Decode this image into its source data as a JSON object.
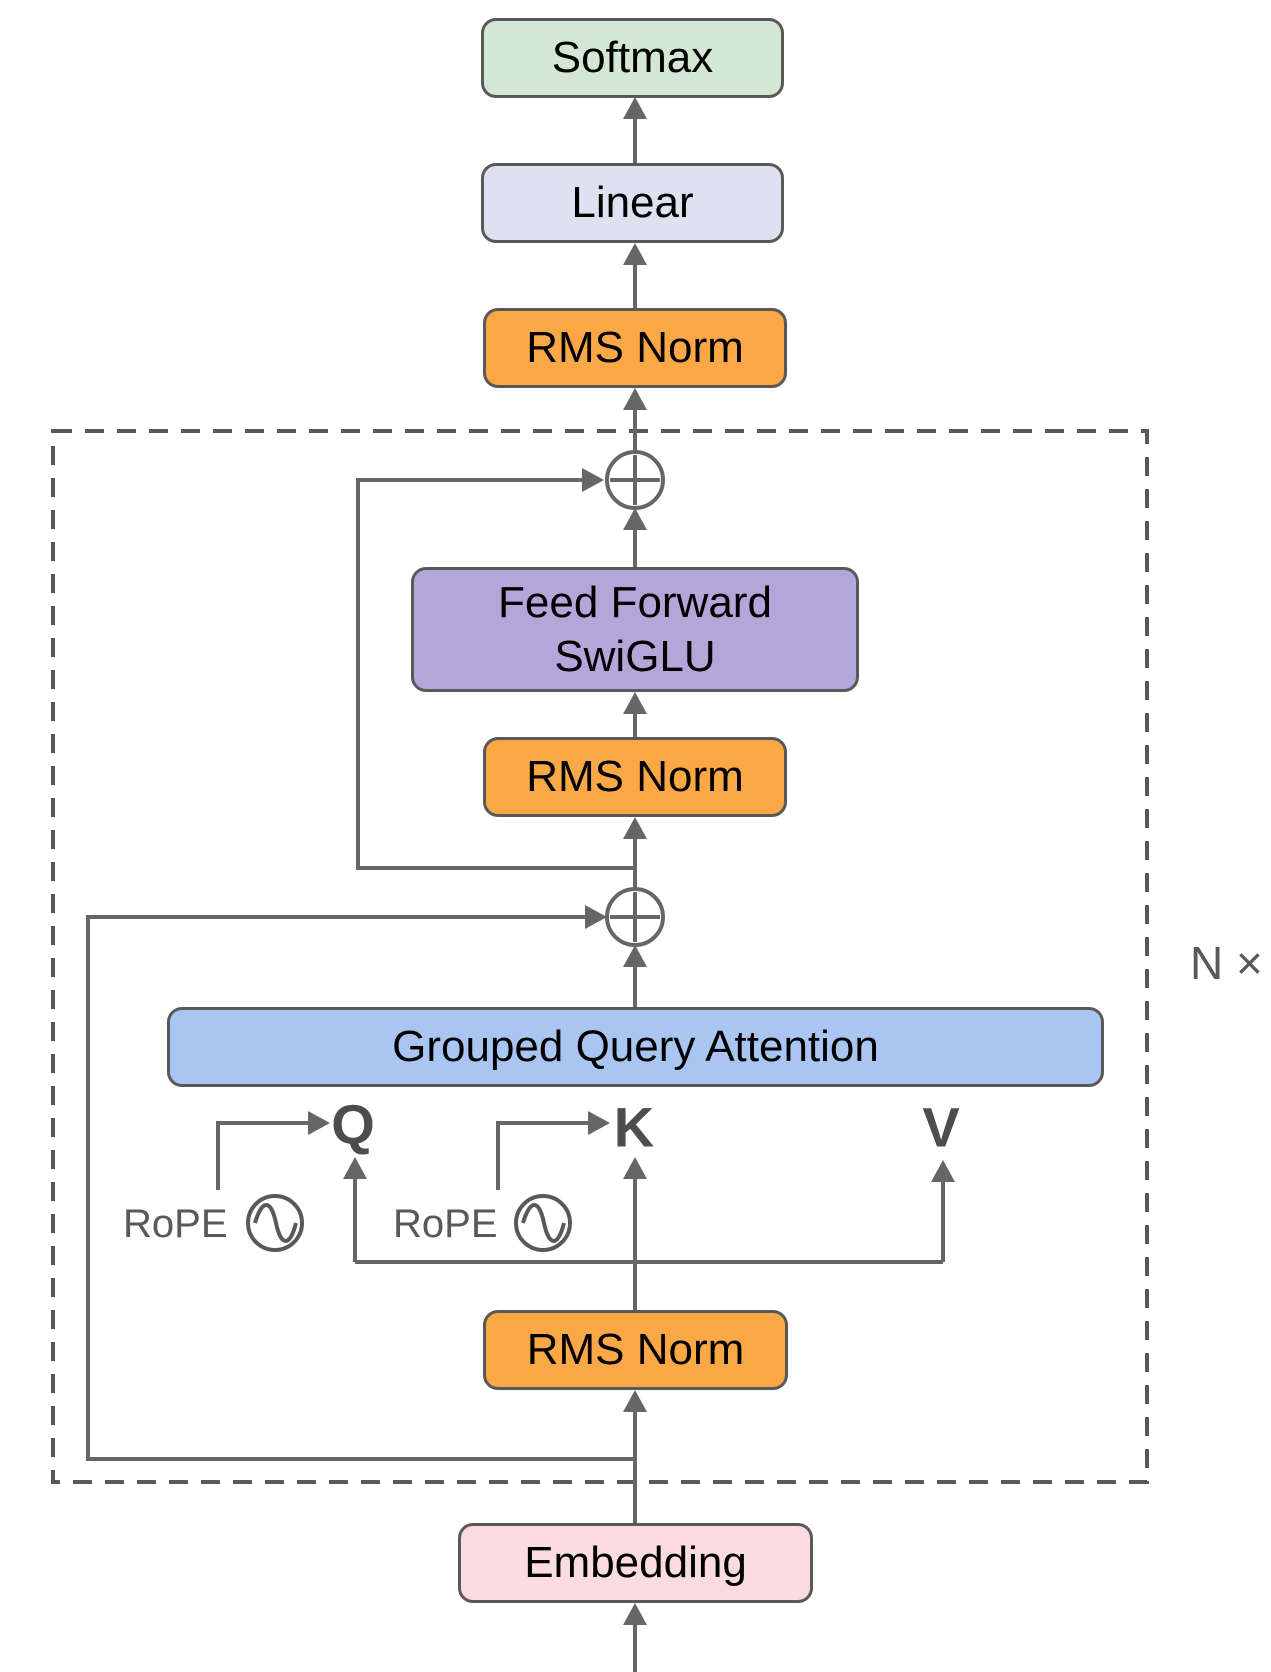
{
  "diagram": {
    "title_semantic": "Transformer decoder block diagram with RMS Norm, SwiGLU feed forward, grouped query attention and RoPE",
    "blocks": {
      "softmax": {
        "label": "Softmax",
        "fill": "#d3e7d4"
      },
      "linear": {
        "label": "Linear",
        "fill": "#dde2f1"
      },
      "rms_norm_top": {
        "label": "RMS Norm",
        "fill": "#f9a845"
      },
      "feed_forward": {
        "line1": "Feed Forward",
        "line2": "SwiGLU",
        "fill": "#b3a6d9"
      },
      "rms_norm_mid": {
        "label": "RMS Norm",
        "fill": "#f9a845"
      },
      "attention": {
        "label": "Grouped Query Attention",
        "fill": "#a9c5f1"
      },
      "rms_norm_bottom": {
        "label": "RMS Norm",
        "fill": "#f9a845"
      },
      "embedding": {
        "label": "Embedding",
        "fill": "#fadcde"
      }
    },
    "labels": {
      "q": "Q",
      "k": "K",
      "v": "V",
      "rope_q": "RoPE",
      "rope_k": "RoPE",
      "repeat": "N ×"
    },
    "icons": {
      "residual_add_top": "plus-circle",
      "residual_add_bottom": "plus-circle",
      "rope_oscillator_q": "sine-wave-circle",
      "rope_oscillator_k": "sine-wave-circle"
    },
    "colors": {
      "box_border": "#595959",
      "connector": "#666666",
      "dashed_block_border": "#595959",
      "text_primary": "#000000",
      "text_secondary": "#595959",
      "qkv_text": "#4d4d4d",
      "softmax_fill": "#d3e7d4",
      "linear_fill": "#dde2f1",
      "rms_norm_fill": "#f9a845",
      "feed_forward_fill": "#b3a6d9",
      "attention_fill": "#a9c5f1",
      "embedding_fill": "#fadcde"
    }
  }
}
